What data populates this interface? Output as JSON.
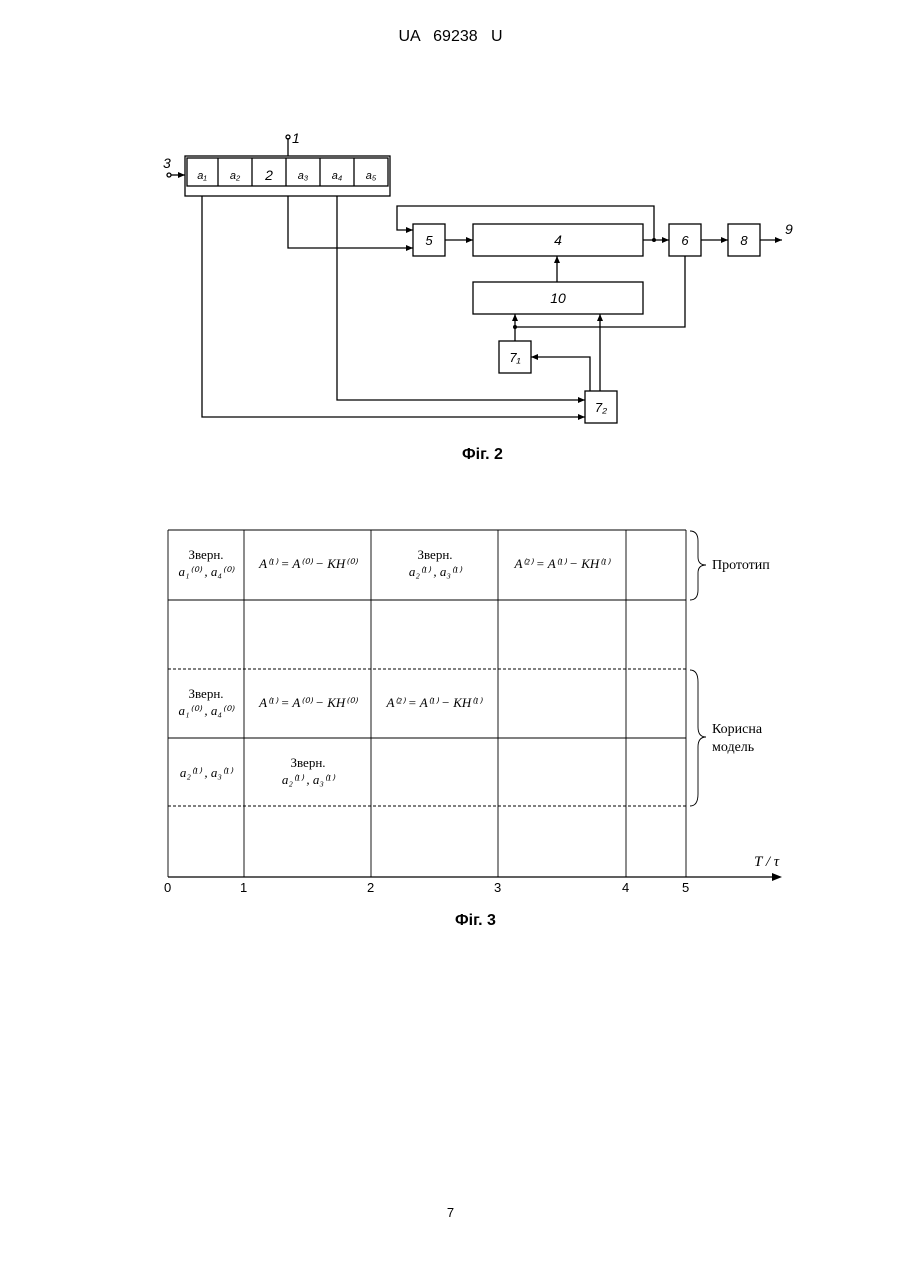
{
  "header": {
    "text": "UA   69238   U"
  },
  "page_number": "7",
  "fig2": {
    "caption": "Фіг. 2",
    "register_cells": [
      "a₁",
      "a₂",
      "2",
      "a₃",
      "a₄",
      "a₅"
    ],
    "labels": {
      "input_1": "1",
      "input_3": "3",
      "block_4": "4",
      "block_5": "5",
      "block_6": "6",
      "block_8": "8",
      "block_10": "10",
      "block_7_1": "7₁",
      "block_7_2": "7₂",
      "output_9": "9"
    }
  },
  "fig3": {
    "caption": "Фіг. 3",
    "axis_label": "T / τ",
    "ticks": [
      "0",
      "1",
      "2",
      "3",
      "4",
      "5"
    ],
    "brace_prototype": "Прототип",
    "brace_model_line1": "Корисна",
    "brace_model_line2": "модель",
    "verify_word": "Зверн.",
    "proto_row1_c1_sub": "a₁⁽⁰⁾ , a₄⁽⁰⁾",
    "proto_row1_c2": "A⁽¹⁾ = A⁽⁰⁾ − KH⁽⁰⁾",
    "proto_row1_c3_sub": "a₂⁽¹⁾ , a₃⁽¹⁾",
    "proto_row1_c4": "A⁽²⁾ = A⁽¹⁾ − KH⁽¹⁾",
    "model_row1_c1_sub": "a₁⁽⁰⁾ , a₄⁽⁰⁾",
    "model_row1_c2": "A⁽¹⁾ = A⁽⁰⁾ − KH⁽⁰⁾",
    "model_row1_c3": "A⁽²⁾ = A⁽¹⁾ − KH⁽¹⁾",
    "model_row2_c1": "a₂⁽¹⁾ , a₃⁽¹⁾",
    "model_row2_c2_sub": "a₂⁽¹⁾ , a₃⁽¹⁾"
  }
}
